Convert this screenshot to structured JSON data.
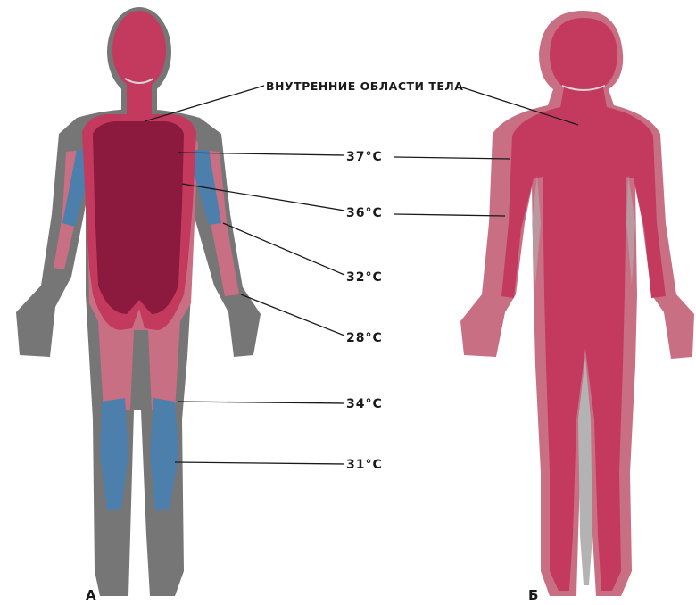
{
  "colors": {
    "core_dark": "#8c1a3f",
    "core_light": "#c43a5e",
    "shell_pink": "#c86f84",
    "cool_blue": "#4c7fab",
    "shell_gray": "#767676",
    "highlight": "#b3b3b3"
  },
  "labels": {
    "core_regions": "ВНУТРЕННИЕ ОБЛАСТИ ТЕЛА",
    "t37": "37°С",
    "t36": "36°С",
    "t32": "32°С",
    "t28": "28°С",
    "t34": "34°С",
    "t31": "31°С",
    "figure_a": "А",
    "figure_b": "Б"
  }
}
